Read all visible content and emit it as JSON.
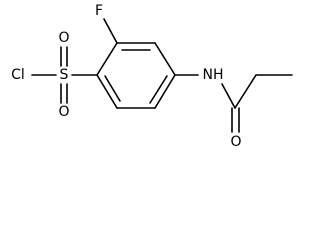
{
  "molecule": {
    "atoms": {
      "fluorine": "F",
      "chlorine": "Cl",
      "sulfur": "S",
      "sulfonyl_oxygen_top": "O",
      "sulfonyl_oxygen_bottom": "O",
      "amide_nitrogen": "NH",
      "carbonyl_oxygen": "O"
    },
    "colors": {
      "bond": "#000000",
      "label": "#000000",
      "background": "#ffffff"
    }
  }
}
